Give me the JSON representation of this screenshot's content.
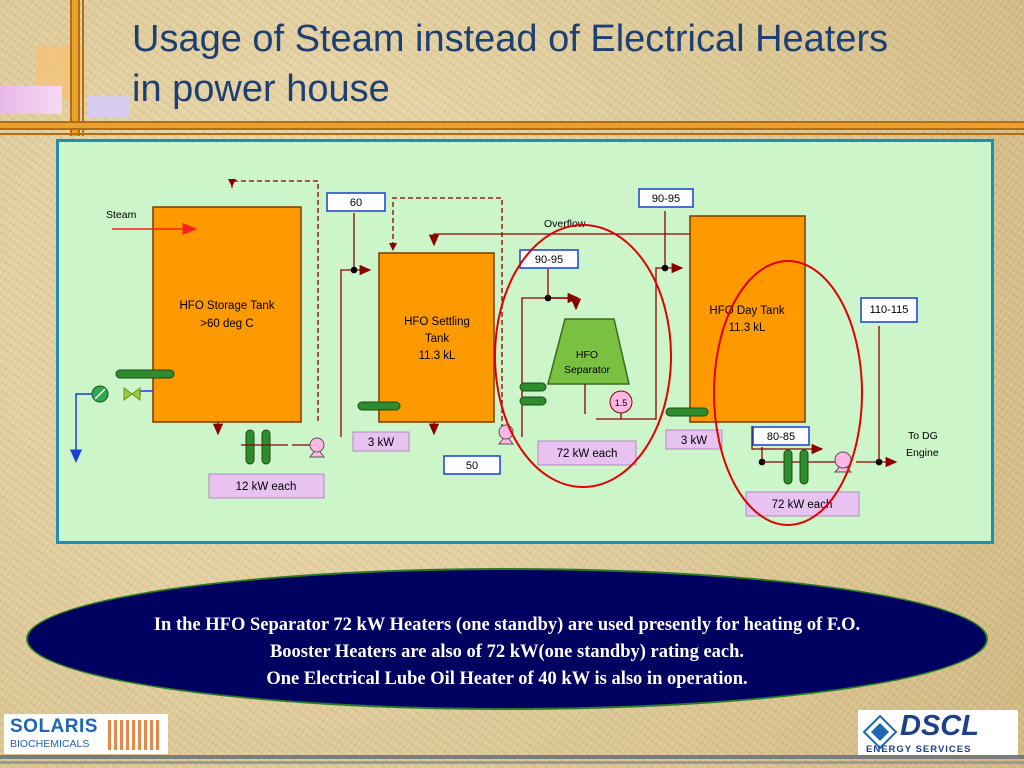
{
  "slide": {
    "title_line1": "Usage of Steam instead of Electrical Heaters",
    "title_line2": "in power house"
  },
  "diagram": {
    "steam_label": "Steam",
    "overflow_label": "Overflow",
    "storage_tank": {
      "line1": "HFO Storage Tank",
      "line2": ">60 deg C"
    },
    "settling_tank": {
      "line1": "HFO Settling",
      "line2": "Tank",
      "line3": "11.3 kL"
    },
    "separator": {
      "line1": "HFO",
      "line2": "Separator"
    },
    "day_tank": {
      "line1": "HFO Day Tank",
      "line2": "11.3 kL"
    },
    "outlet_label": {
      "line1": "To DG",
      "line2": "Engine"
    },
    "temp_labels": {
      "storage_outlet": "60",
      "settling_inlet": "50",
      "separator_inlet": "90-95",
      "day_tank_inlet": "90-95",
      "engine_booster_in": "80-85",
      "engine_outlet": "110-115"
    },
    "gauge_value": "1.5",
    "heater_labels": {
      "storage_heater": "12 kW each",
      "settling_heater": "3 kW",
      "separator_heater": "72 kW each",
      "day_tank_heater": "3 kW",
      "booster_heater": "72 kW each"
    },
    "colors": {
      "panel_bg": "#ccf5c9",
      "tank": "#ff9900",
      "pipe": "#8b0000",
      "highlight_ellipse": "#e00000",
      "label_box_purple": "#e8c3f2"
    }
  },
  "note": {
    "line1": "In the HFO Separator 72 kW Heaters (one standby) are used presently for heating of F.O.",
    "line2": "Booster Heaters are also of 72 kW(one standby) rating each.",
    "line3": "One Electrical Lube Oil Heater of 40 kW is also in operation."
  },
  "logos": {
    "left_word1": "SOLARIS",
    "left_word2": "BIOCHEMICALS",
    "right_word1": "DSCL",
    "right_word2": "ENERGY SERVICES"
  },
  "icons": [
    "corner-decoration",
    "pump-icon",
    "heater-coil-icon",
    "valve-icon",
    "pressure-gauge-icon"
  ]
}
